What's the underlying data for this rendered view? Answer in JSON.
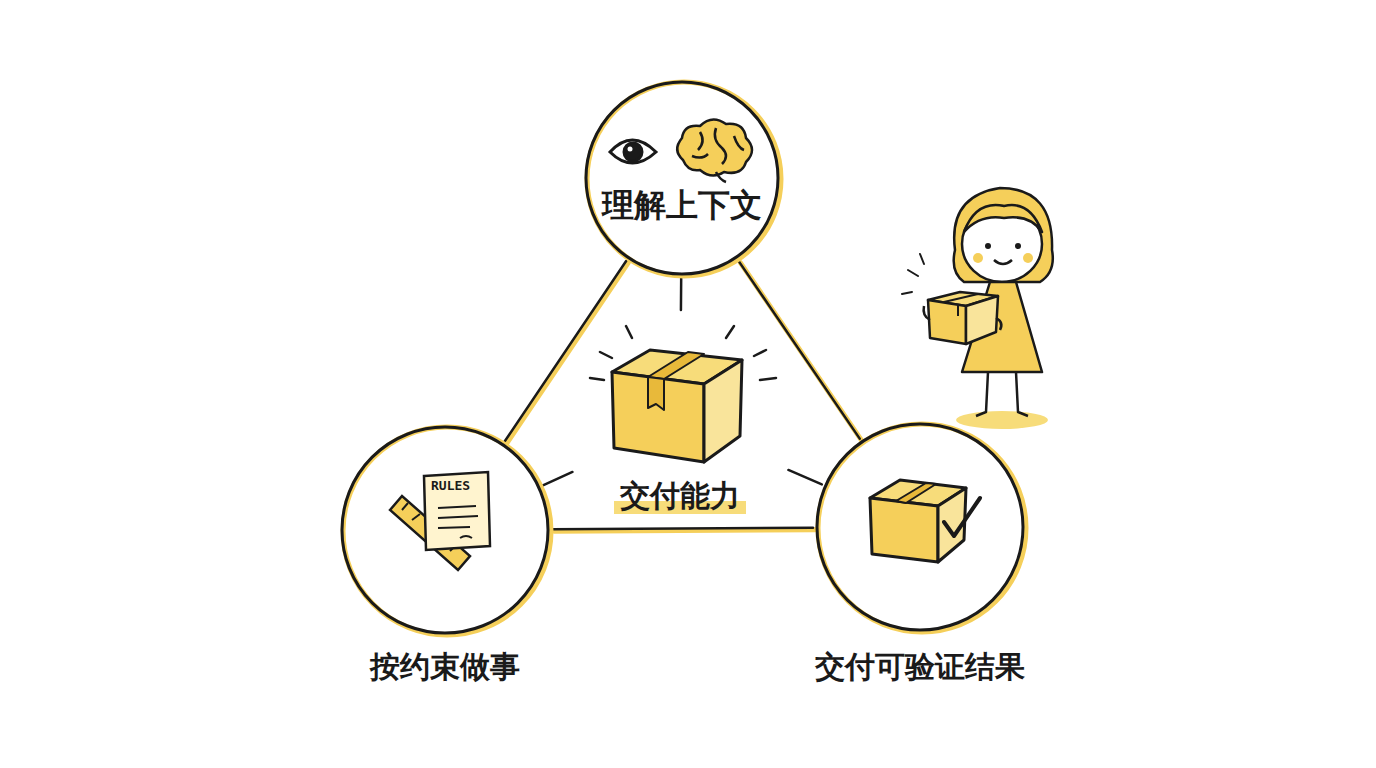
{
  "diagram": {
    "nodes": [
      {
        "text": [
          "理解上下文"
        ]
      },
      {
        "text": [
          "交付能力"
        ]
      },
      {
        "text": [
          "按约束做事"
        ]
      },
      {
        "text": [
          "交付可验证结果"
        ]
      }
    ],
    "edges": [
      {
        "from": 0,
        "to": 2,
        "arrow": "none"
      },
      {
        "from": 0,
        "to": 3,
        "arrow": "none"
      },
      {
        "from": 2,
        "to": 3,
        "arrow": "none"
      },
      {
        "from": 1,
        "to": 0,
        "arrow": "none"
      },
      {
        "from": 1,
        "to": 2,
        "arrow": "none"
      },
      {
        "from": 1,
        "to": 3,
        "arrow": "none"
      }
    ],
    "labels": [
      "RULES"
    ]
  }
}
